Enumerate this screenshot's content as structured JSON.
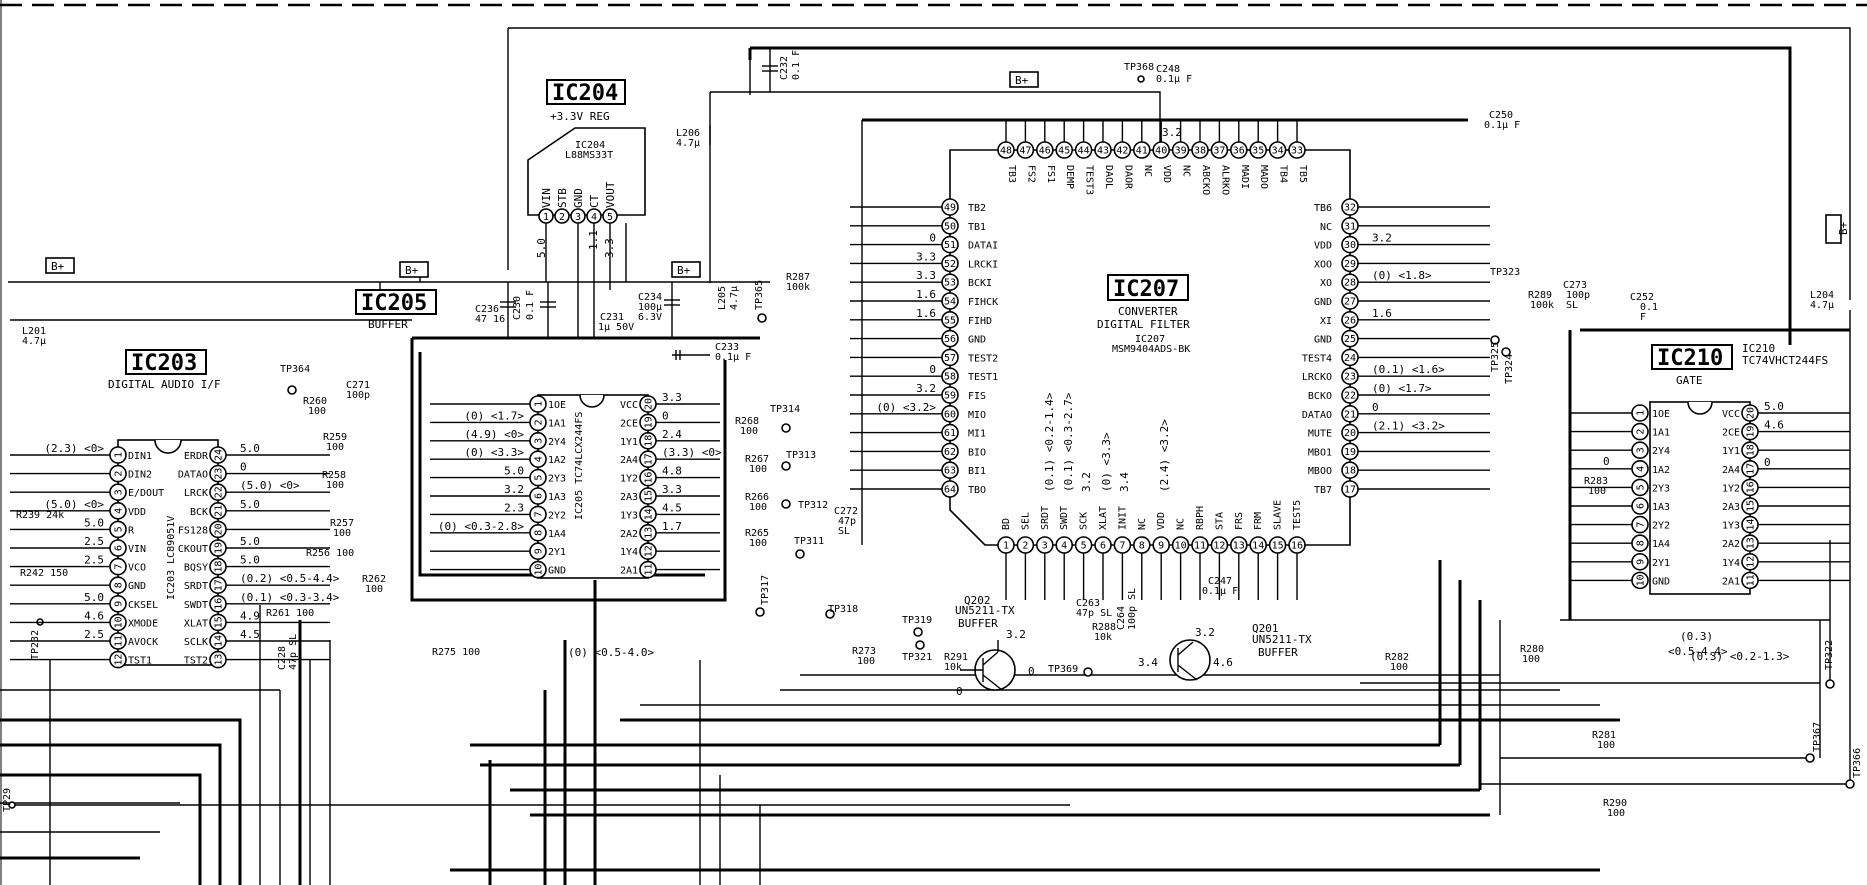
{
  "ics": {
    "ic203": {
      "label": "IC203",
      "desc": "DIGITAL AUDIO I/F",
      "part": "IC203 LC89051V"
    },
    "ic204": {
      "label": "IC204",
      "desc": "+3.3V REG",
      "part": "IC204",
      "part2": "L88MS33T"
    },
    "ic205": {
      "label": "IC205",
      "desc": "BUFFER",
      "part": "IC205 TC74LCX244FS"
    },
    "ic207": {
      "label": "IC207",
      "desc1": "CONVERTER",
      "desc2": "DIGITAL FILTER",
      "part": "IC207",
      "part2": "MSM9404ADS-BK"
    },
    "ic210": {
      "label": "IC210",
      "desc": "GATE",
      "part": "IC210",
      "part2": "TC74VHCT244FS"
    }
  },
  "ic203_pins_left": [
    {
      "n": "1",
      "s": "DIN1"
    },
    {
      "n": "2",
      "s": "DIN2"
    },
    {
      "n": "3",
      "s": "E/DOUT"
    },
    {
      "n": "4",
      "s": "VDD"
    },
    {
      "n": "5",
      "s": "R"
    },
    {
      "n": "6",
      "s": "VIN"
    },
    {
      "n": "7",
      "s": "VCO"
    },
    {
      "n": "8",
      "s": "GND"
    },
    {
      "n": "9",
      "s": "CKSEL"
    },
    {
      "n": "10",
      "s": "XMODE"
    },
    {
      "n": "11",
      "s": "AVOCK"
    },
    {
      "n": "12",
      "s": "TST1"
    }
  ],
  "ic203_pins_right": [
    {
      "n": "24",
      "s": "ERDR"
    },
    {
      "n": "23",
      "s": "DATAO"
    },
    {
      "n": "22",
      "s": "LRCK"
    },
    {
      "n": "21",
      "s": "BCK"
    },
    {
      "n": "20",
      "s": "FS128"
    },
    {
      "n": "19",
      "s": "CKOUT"
    },
    {
      "n": "18",
      "s": "BQSY"
    },
    {
      "n": "17",
      "s": "SRDT"
    },
    {
      "n": "16",
      "s": "SWDT"
    },
    {
      "n": "15",
      "s": "XLAT"
    },
    {
      "n": "14",
      "s": "SCLK"
    },
    {
      "n": "13",
      "s": "TST2"
    }
  ],
  "ic203_volts_left": [
    "(2.3) <0>",
    "",
    "",
    "(5.0) <0>",
    "5.0",
    "2.5",
    "2.5",
    "",
    "5.0",
    "4.6",
    "2.5",
    ""
  ],
  "ic203_volts_right": [
    "5.0",
    "0",
    "(5.0) <0>",
    "5.0",
    "",
    "5.0",
    "5.0",
    "(0.2) <0.5-4.4>",
    "(0.1) <0.3-3.4>",
    "4.9",
    "4.5",
    ""
  ],
  "ic205_pins_left": [
    {
      "n": "1",
      "s": "1OE"
    },
    {
      "n": "2",
      "s": "1A1"
    },
    {
      "n": "3",
      "s": "2Y4"
    },
    {
      "n": "4",
      "s": "1A2"
    },
    {
      "n": "5",
      "s": "2Y3"
    },
    {
      "n": "6",
      "s": "1A3"
    },
    {
      "n": "7",
      "s": "2Y2"
    },
    {
      "n": "8",
      "s": "1A4"
    },
    {
      "n": "9",
      "s": "2Y1"
    },
    {
      "n": "10",
      "s": "GND"
    }
  ],
  "ic205_pins_right": [
    {
      "n": "20",
      "s": "VCC"
    },
    {
      "n": "19",
      "s": "2CE"
    },
    {
      "n": "18",
      "s": "1Y1"
    },
    {
      "n": "17",
      "s": "2A4"
    },
    {
      "n": "16",
      "s": "1Y2"
    },
    {
      "n": "15",
      "s": "2A3"
    },
    {
      "n": "14",
      "s": "1Y3"
    },
    {
      "n": "13",
      "s": "2A2"
    },
    {
      "n": "12",
      "s": "1Y4"
    },
    {
      "n": "11",
      "s": "2A1"
    }
  ],
  "ic205_volts_left": [
    "",
    "(0) <1.7>",
    "(4.9) <0>",
    "(0) <3.3>",
    "5.0",
    "3.2",
    "2.3",
    "(0) <0.3-2.8>",
    "",
    ""
  ],
  "ic205_volts_right": [
    "3.3",
    "0",
    "2.4",
    "(3.3) <0>",
    "4.8",
    "3.3",
    "4.5",
    "1.7",
    "",
    ""
  ],
  "ic207_pins_top": [
    "48",
    "47",
    "46",
    "45",
    "44",
    "43",
    "42",
    "41",
    "40",
    "39",
    "38",
    "37",
    "36",
    "35",
    "34",
    "33"
  ],
  "ic207_sig_top": [
    "TB3",
    "FS2",
    "FS1",
    "DEMP",
    "TEST3",
    "DAOL",
    "DAOR",
    "NC",
    "VDD",
    "NC",
    "ABCKO",
    "ALRKO",
    "MADI",
    "MADO",
    "TB4",
    "TB5"
  ],
  "ic207_pins_left": [
    "49",
    "50",
    "51",
    "52",
    "53",
    "54",
    "55",
    "56",
    "57",
    "58",
    "59",
    "60",
    "61",
    "62",
    "63",
    "64"
  ],
  "ic207_sig_left": [
    "TB2",
    "TB1",
    "DATAI",
    "LRCKI",
    "BCKI",
    "FIHCK",
    "FIHD",
    "GND",
    "TEST2",
    "TEST1",
    "FIS",
    "MIO",
    "MI1",
    "BIO",
    "BI1",
    "TBO"
  ],
  "ic207_volts_left": [
    "",
    "",
    "0",
    "3.3",
    "3.3",
    "1.6",
    "1.6",
    "",
    "",
    "0",
    "3.2",
    "(0) <3.2>",
    "",
    "",
    "",
    ""
  ],
  "ic207_pins_right": [
    "32",
    "31",
    "30",
    "29",
    "28",
    "27",
    "26",
    "25",
    "24",
    "23",
    "22",
    "21",
    "20",
    "19",
    "18",
    "17"
  ],
  "ic207_sig_right": [
    "TB6",
    "NC",
    "VDD",
    "XOO",
    "XO",
    "GND",
    "XI",
    "GND",
    "TEST4",
    "LRCKO",
    "BCKO",
    "DATAO",
    "MUTE",
    "MBO1",
    "MBOO",
    "TB7"
  ],
  "ic207_volts_right": [
    "",
    "",
    "3.2",
    "",
    "(0) <1.8>",
    "",
    "1.6",
    "",
    "",
    "(0.1) <1.6>",
    "(0) <1.7>",
    "0",
    "(2.1) <3.2>",
    "",
    "",
    ""
  ],
  "ic207_pins_bottom": [
    "1",
    "2",
    "3",
    "4",
    "5",
    "6",
    "7",
    "8",
    "9",
    "10",
    "11",
    "12",
    "13",
    "14",
    "15",
    "16"
  ],
  "ic207_sig_bottom": [
    "BD",
    "SEL",
    "SRDT",
    "SWDT",
    "SCK",
    "XLAT",
    "INIT",
    "NC",
    "VDD",
    "NC",
    "RBPH",
    "STA",
    "FRS",
    "FRM",
    "SLAVE",
    "TEST5"
  ],
  "ic207_volts_bottom": [
    "(0.1) <0.2-1.4>",
    "(0.1) <0.3-2.7>",
    "3.2",
    "(0) <3.3>",
    "3.4",
    "(2.4) <3.2>"
  ],
  "ic210_pins_left": [
    {
      "n": "1",
      "s": "1OE"
    },
    {
      "n": "2",
      "s": "1A1"
    },
    {
      "n": "3",
      "s": "2Y4"
    },
    {
      "n": "4",
      "s": "1A2"
    },
    {
      "n": "5",
      "s": "2Y3"
    },
    {
      "n": "6",
      "s": "1A3"
    },
    {
      "n": "7",
      "s": "2Y2"
    },
    {
      "n": "8",
      "s": "1A4"
    },
    {
      "n": "9",
      "s": "2Y1"
    },
    {
      "n": "10",
      "s": "GND"
    }
  ],
  "ic210_pins_right": [
    {
      "n": "20",
      "s": "VCC"
    },
    {
      "n": "19",
      "s": "2CE"
    },
    {
      "n": "18",
      "s": "1Y1"
    },
    {
      "n": "17",
      "s": "2A4"
    },
    {
      "n": "16",
      "s": "1Y2"
    },
    {
      "n": "15",
      "s": "2A3"
    },
    {
      "n": "14",
      "s": "1Y3"
    },
    {
      "n": "13",
      "s": "2A2"
    },
    {
      "n": "12",
      "s": "1Y4"
    },
    {
      "n": "11",
      "s": "2A1"
    }
  ],
  "ic210_volts_right": [
    "5.0",
    "4.6",
    "",
    "0",
    "",
    "",
    "",
    "",
    "",
    ""
  ],
  "ic204_pins": [
    {
      "n": "1",
      "s": "VIN"
    },
    {
      "n": "2",
      "s": "STB"
    },
    {
      "n": "3",
      "s": "GND"
    },
    {
      "n": "4",
      "s": "CT"
    },
    {
      "n": "5",
      "s": "VOUT"
    }
  ],
  "ic204_volts": [
    "5.0",
    "1.1",
    "3.3"
  ],
  "bplus": "B+",
  "testpoints": {
    "tp364": "TP364",
    "tp365": "TP365",
    "tp368": "TP368",
    "tp314": "TP314",
    "tp313": "TP313",
    "tp312": "TP312",
    "tp311": "TP311",
    "tp317": "TP317",
    "tp318": "TP318",
    "tp319": "TP319",
    "tp321": "TP321",
    "tp369": "TP369",
    "tp323": "TP323",
    "tp325": "TP325",
    "tp324": "TP324",
    "tp322": "TP322",
    "tp367": "TP367",
    "tp366": "TP366",
    "tp232": "TP232",
    "tp29": "TP29"
  },
  "parts": {
    "l201": "L201",
    "l201v": "4.7µ",
    "r239": "R239 24k",
    "r242": "R242 150",
    "r260": "R260",
    "r260v": "100",
    "r259": "R259",
    "r259v": "100",
    "r258": "R258",
    "r258v": "100",
    "r257": "R257",
    "r257v": "100",
    "r256": "R256 100",
    "r261": "R261 100",
    "r262": "R262",
    "r262v": "100",
    "r275": "R275 100",
    "c271": "C271",
    "c271v": "100p",
    "c228": "C228",
    "c228v": "47p SL",
    "c236": "C236",
    "c236v": "47 16",
    "c230": "C230",
    "c230v": "0.1 F",
    "c231": "C231",
    "c231v": "1µ 50V",
    "c234": "C234",
    "c234v": "100µ",
    "c234v2": "6.3V",
    "c233": "C233",
    "c233v": "0.1µ F",
    "c232": "C232",
    "c232v": "0.1 F",
    "l206": "L206",
    "l206v": "4.7µ",
    "l205": "L205",
    "l205v": "4.7µ",
    "c248": "C248",
    "c248v": "0.1µ F",
    "c250": "C250",
    "c250v": "0.1µ F",
    "r287": "R287",
    "r287v": "100k",
    "r268": "R268",
    "r268v": "100",
    "r267": "R267",
    "r267v": "100",
    "r266": "R266",
    "r266v": "100",
    "r265": "R265",
    "r265v": "100",
    "c272": "C272",
    "c272v": "47p",
    "c272v2": "SL",
    "q202": "Q202",
    "q202t": "UN5211-TX",
    "q202d": "BUFFER",
    "q201": "Q201",
    "q201t": "UN5211-TX",
    "q201d": "BUFFER",
    "r273": "R273",
    "r273v": "100",
    "r291": "R291",
    "r291v": "10k",
    "c263": "C263",
    "c263v": "47p SL",
    "r288": "R288",
    "r288v": "10k",
    "c264": "C264",
    "c264v": "100p SL",
    "c247": "C247",
    "c247v": "0.1µ F",
    "r289": "R289",
    "r289v": "100k",
    "c273": "C273",
    "c273v": "100p",
    "c273v2": "SL",
    "c252": "C252",
    "c252v": "0.1",
    "c252v2": "F",
    "l204": "L204",
    "l204v": "4.7µ",
    "r283": "R283",
    "r283v": "100",
    "r280": "R280",
    "r280v": "100",
    "r282": "R282",
    "r282v": "100",
    "r281": "R281",
    "r281v": "100",
    "r290": "R290",
    "r290v": "100"
  },
  "volts_misc": {
    "q202_c": "3.2",
    "q202_e": "0",
    "q202_b": "0",
    "q201_c": "3.2",
    "q201_b": "3.4",
    "q201_e": "4.6",
    "ic210_a": "(0.3)",
    "ic210_b": "<0.5-4.4>",
    "ic210_c": "(0.3) <0.2-1.3>",
    "ic210_d": "0",
    "ic205_bot": "(0) <0.5-4.0>",
    "tp368v": "3.2"
  }
}
